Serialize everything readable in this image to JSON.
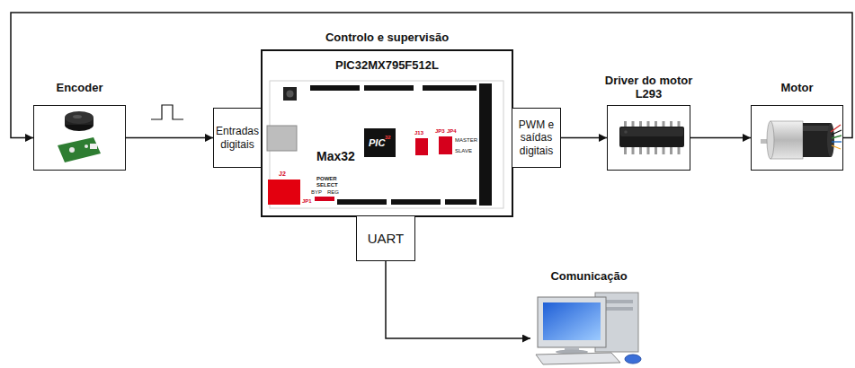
{
  "diagram": {
    "nodes": [
      {
        "text": [
          "Encoder"
        ]
      },
      {
        "text": [
          "Entradas digitais"
        ]
      },
      {
        "text": [
          "Controlo e supervisão",
          "PIC32MX795F512L"
        ]
      },
      {
        "text": [
          "Max32"
        ],
        "in": 2
      },
      {
        "text": [
          "PWM e saídas digitais"
        ]
      },
      {
        "text": [
          "Driver do motor",
          "L293"
        ]
      },
      {
        "text": [
          "Motor"
        ]
      },
      {
        "text": [
          "UART"
        ]
      },
      {
        "text": [
          "Comunicação"
        ]
      }
    ],
    "edges": [
      {
        "from": 0,
        "to": 1,
        "arrow": "to"
      },
      {
        "from": 4,
        "to": 5,
        "arrow": "to"
      },
      {
        "from": 5,
        "to": 6,
        "arrow": "to"
      },
      {
        "from": 6,
        "to": 0,
        "arrow": "to"
      },
      {
        "from": 7,
        "to": 8,
        "arrow": "to"
      }
    ],
    "labels": [
      "J2",
      "POWER SELECT",
      "BYP",
      "REG",
      "JP1",
      "J13",
      "JP3",
      "JP4",
      "MASTER",
      "SLAVE",
      "PIC",
      "32"
    ]
  }
}
